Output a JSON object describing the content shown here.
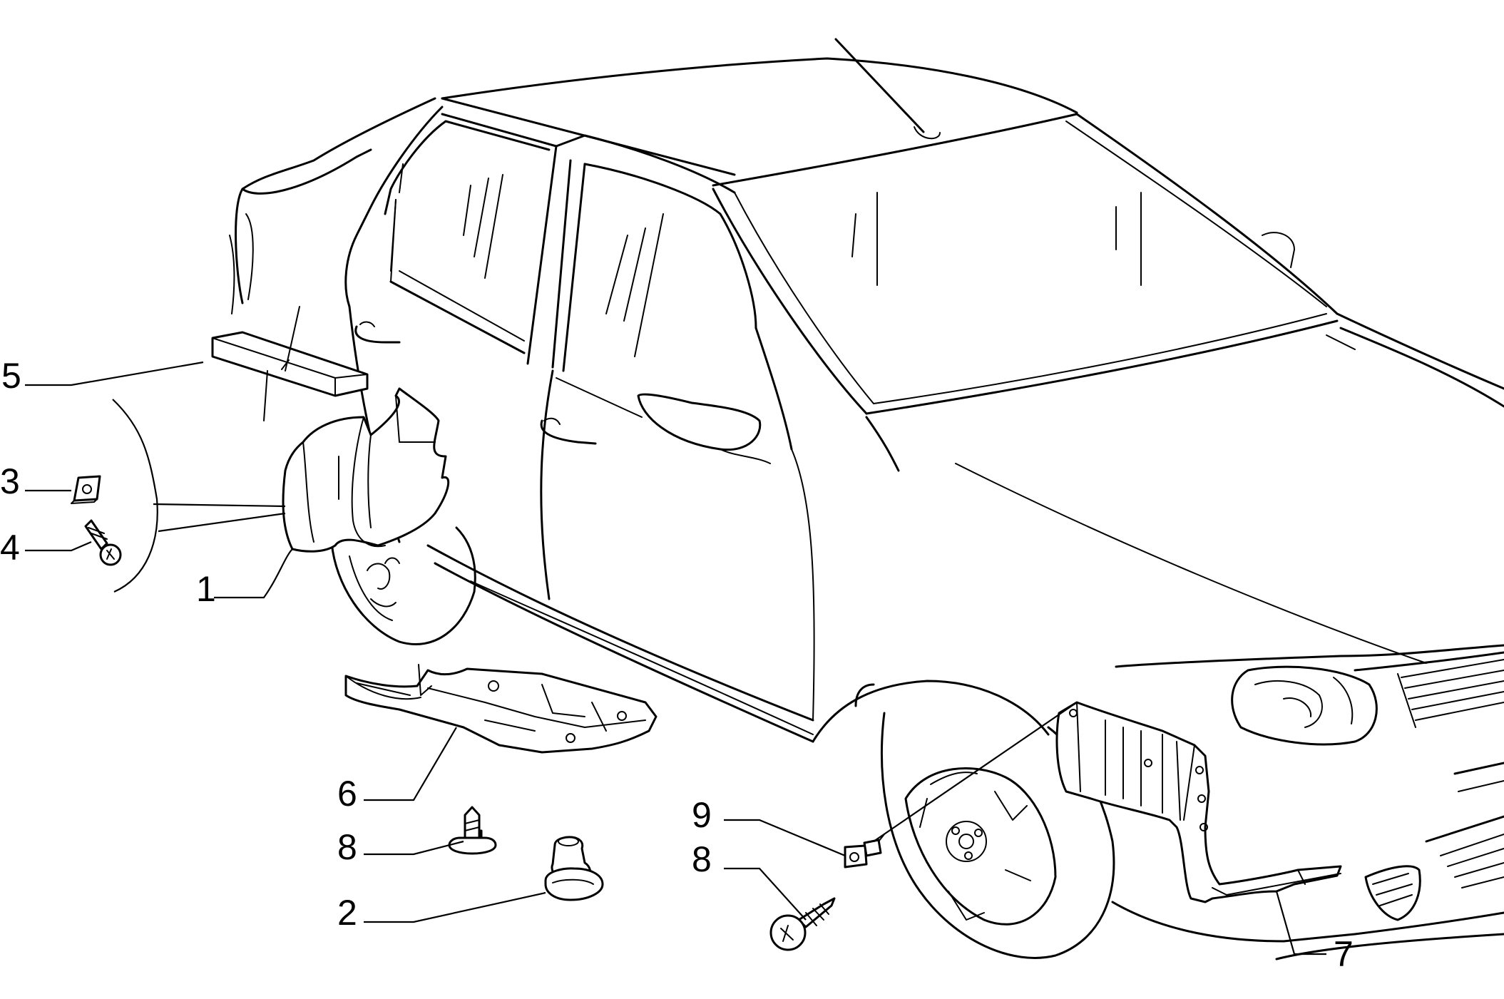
{
  "diagram": {
    "parts": [
      {
        "id": "label-1",
        "text": "1"
      },
      {
        "id": "label-2",
        "text": "2"
      },
      {
        "id": "label-3",
        "text": "3"
      },
      {
        "id": "label-4",
        "text": "4"
      },
      {
        "id": "label-5",
        "text": "5"
      },
      {
        "id": "label-6",
        "text": "6"
      },
      {
        "id": "label-7",
        "text": "7"
      },
      {
        "id": "label-8a",
        "text": "8"
      },
      {
        "id": "label-8b",
        "text": "8"
      },
      {
        "id": "label-9",
        "text": "9"
      }
    ]
  }
}
